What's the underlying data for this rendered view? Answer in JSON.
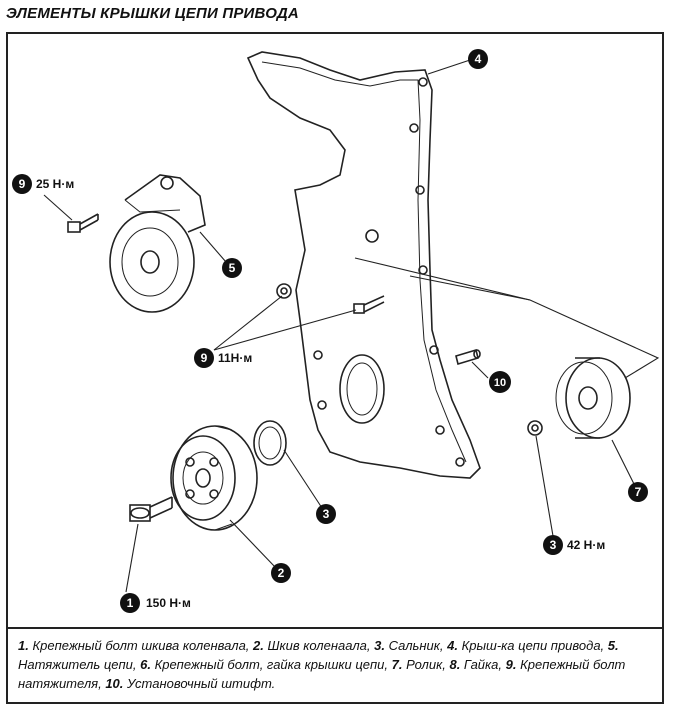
{
  "title": "ЭЛЕМЕНТЫ КРЫШКИ ЦЕПИ ПРИВОДА",
  "callouts": {
    "c9a": {
      "num": "9",
      "torque": "25 Н·м"
    },
    "c5": {
      "num": "5"
    },
    "c4": {
      "num": "4"
    },
    "c9b": {
      "num": "9",
      "torque": "11Н·м"
    },
    "c10": {
      "num": "10"
    },
    "c3": {
      "num": "3"
    },
    "c7": {
      "num": "7"
    },
    "c3b": {
      "num": "3",
      "torque": "42 Н·м"
    },
    "c2": {
      "num": "2"
    },
    "c1": {
      "num": "1",
      "torque": "150 Н·м"
    }
  },
  "legend": [
    {
      "num": "1.",
      "text": " Крепежный болт шкива коленвала, "
    },
    {
      "num": "2.",
      "text": " Шкив коленаала, "
    },
    {
      "num": "3.",
      "text": " Сальник, "
    },
    {
      "num": "4.",
      "text": " Крыш-ка цепи привода, "
    },
    {
      "num": "5.",
      "text": " Натяжитель цепи, "
    },
    {
      "num": "6.",
      "text": " Крепежный болт, гайка крышки цепи, "
    },
    {
      "num": "7.",
      "text": " Ролик, "
    },
    {
      "num": "8.",
      "text": " Гайка, "
    },
    {
      "num": "9.",
      "text": " Крепежный болт натяжителя, "
    },
    {
      "num": "10.",
      "text": " Установочный штифт."
    }
  ]
}
